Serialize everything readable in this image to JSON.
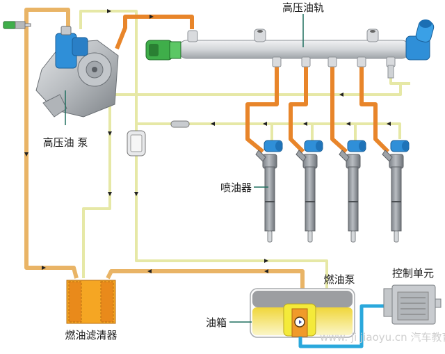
{
  "diagram": {
    "title": "柴油高压共轨燃油系统示意图",
    "labels": {
      "high_pressure_rail": "高压油轨",
      "high_pressure_pump": "高压油 泵",
      "injector": "喷油器",
      "fuel_pump": "燃油泵",
      "control_unit": "控制单元",
      "fuel_tank": "油箱",
      "fuel_filter": "燃油滤清器"
    },
    "watermark": "www.  ji  jiaoyu.cn  汽车教育",
    "colors": {
      "high_pressure_line": "#e8852a",
      "supply_line": "#e9b466",
      "return_line": "#e6e8a6",
      "electrical_line": "#2aa8dc",
      "component_blue": "#2f8fd8",
      "metal": "#c9ccd0",
      "filter": "#f29a1e",
      "fuel_yellow": "#f6e24a",
      "leader_line": "#1f6f5e"
    },
    "injector_count": 4
  }
}
